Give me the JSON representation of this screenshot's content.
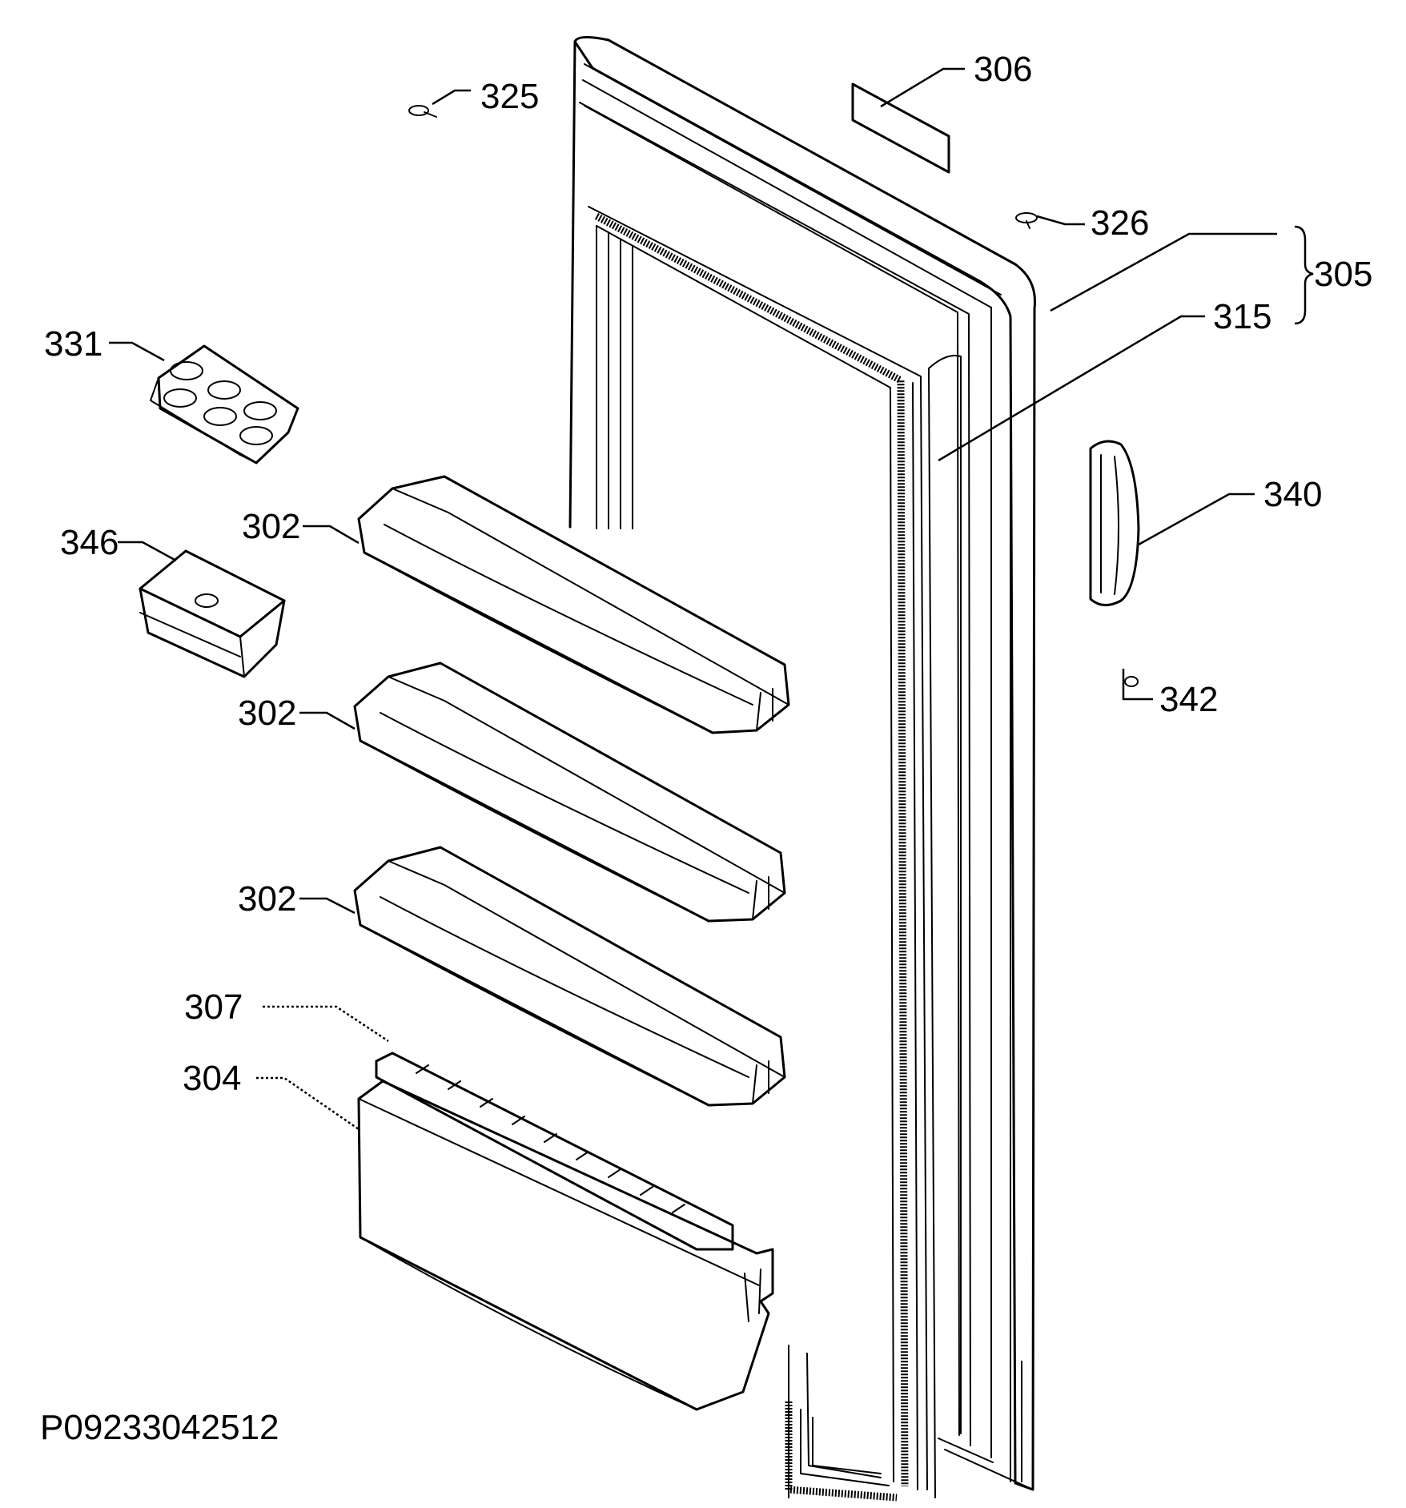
{
  "diagram": {
    "drawing_code": "P09233042512",
    "callouts": [
      {
        "id": "c325",
        "text": "325"
      },
      {
        "id": "c306",
        "text": "306"
      },
      {
        "id": "c326",
        "text": "326"
      },
      {
        "id": "c305",
        "text": "305"
      },
      {
        "id": "c315",
        "text": "315"
      },
      {
        "id": "c331",
        "text": "331"
      },
      {
        "id": "c340",
        "text": "340"
      },
      {
        "id": "c346",
        "text": "346"
      },
      {
        "id": "c342",
        "text": "342"
      },
      {
        "id": "c302a",
        "text": "302"
      },
      {
        "id": "c302b",
        "text": "302"
      },
      {
        "id": "c302c",
        "text": "302"
      },
      {
        "id": "c307",
        "text": "307"
      },
      {
        "id": "c304",
        "text": "304"
      }
    ]
  }
}
